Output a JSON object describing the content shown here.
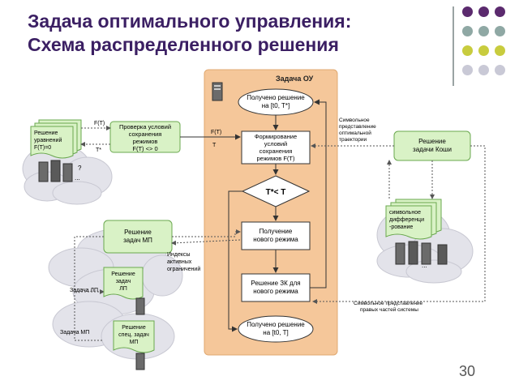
{
  "slide": {
    "title_line1": "Задача оптимального управления:",
    "title_line2": "Схема распределенного решения",
    "page_number": "30"
  },
  "colors": {
    "title": "#3b1f63",
    "panel": "#f5c79a",
    "box_fill": "#d9f2c6",
    "box_stroke": "#6aa84f",
    "cloud": "#e3e3ea",
    "dot_purple": "#5b2a6e",
    "dot_teal": "#8fa8a4",
    "dot_olive": "#c8cc3e",
    "dot_gray": "#c9c9d6"
  },
  "diagram": {
    "panel_title": "Задача ОУ",
    "flow": {
      "start": [
        "Получено решение",
        "на [t0, T*]"
      ],
      "form": [
        "Формирование",
        "условий",
        "сохранения",
        "режимов F(T)"
      ],
      "decision": "T*< T",
      "new_mode": [
        "Получение",
        "нового режима"
      ],
      "solve_zk": [
        "Решение ЗК для",
        "нового режима"
      ],
      "end": [
        "Получено решение",
        "на [t0, T]"
      ]
    },
    "check_box": [
      "Проверка условий",
      "сохранения",
      "режимов",
      "F(T) <> 0"
    ],
    "left_doc": [
      "Решение",
      "уравнений",
      "F(T)=0"
    ],
    "mp_box": [
      "Решение",
      "задач МП"
    ],
    "lp_doc": [
      "Решение",
      "задач",
      "ЛП"
    ],
    "spec_doc": [
      "Решение",
      "спец. задач",
      "МП"
    ],
    "cauchy_box": [
      "Решение",
      "задачи Коши"
    ],
    "symb_doc": [
      "символьное",
      "дифференци",
      "-рование"
    ],
    "labels": {
      "f_t_top": "F(T)",
      "t_star_top": "T*",
      "f_t_mid": "F(T)",
      "t_mid": "T",
      "symbolic_cond": [
        "Символьное",
        "представление",
        "оптимальной",
        "траектории"
      ],
      "active_idx": [
        "Индексы",
        "активных",
        "ограничений"
      ],
      "task_lp": "Задача ЛП",
      "task_mp": "Задача МП",
      "symbolic_rhs": [
        "Символьное представление",
        "правых частей системы"
      ],
      "question": "?",
      "dots": "..."
    }
  }
}
